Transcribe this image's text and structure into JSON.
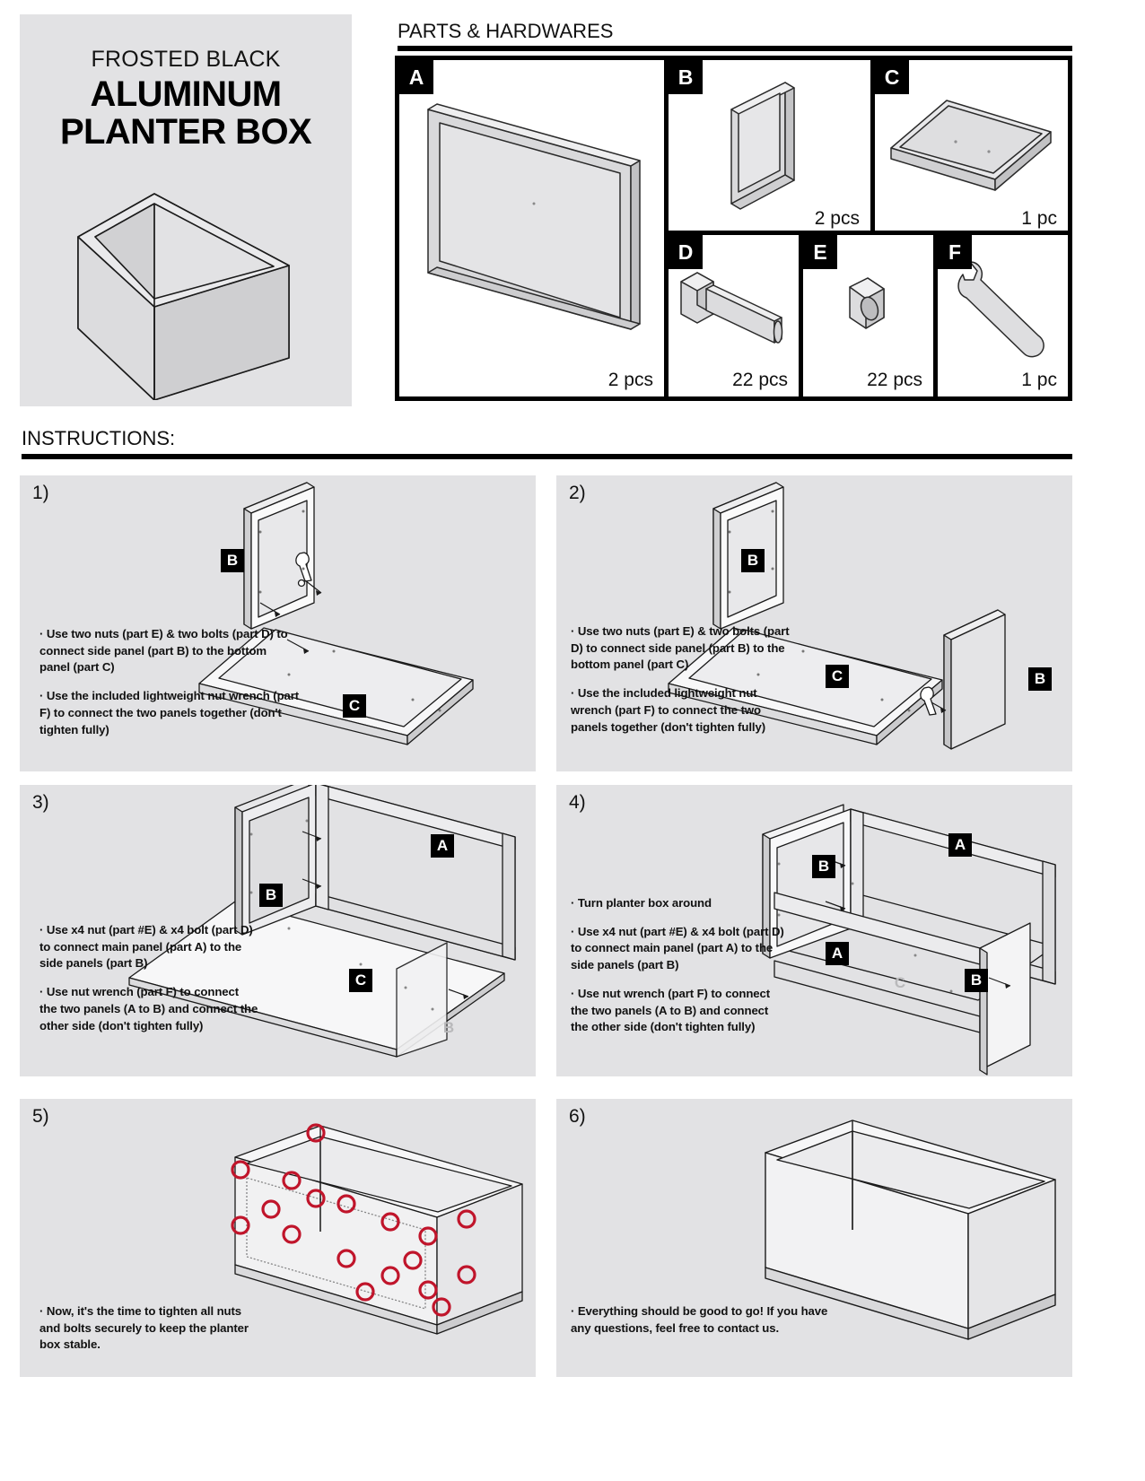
{
  "hero": {
    "subtitle": "FROSTED BLACK",
    "title_line1": "ALUMINUM",
    "title_line2": "PLANTER BOX",
    "art_name": "assembled-planter-box-isometric"
  },
  "parts": {
    "header": "PARTS & HARDWARES",
    "items": [
      {
        "letter": "A",
        "qty": "2 pcs",
        "name": "main-panel",
        "icon": "large-panel-icon"
      },
      {
        "letter": "B",
        "qty": "2 pcs",
        "name": "side-panel",
        "icon": "small-panel-icon"
      },
      {
        "letter": "C",
        "qty": "1 pc",
        "name": "bottom-panel",
        "icon": "bottom-plate-icon"
      },
      {
        "letter": "D",
        "qty": "22 pcs",
        "name": "bolt",
        "icon": "bolt-icon"
      },
      {
        "letter": "E",
        "qty": "22 pcs",
        "name": "nut",
        "icon": "nut-icon"
      },
      {
        "letter": "F",
        "qty": "1 pc",
        "name": "nut-wrench",
        "icon": "wrench-icon"
      }
    ]
  },
  "instructions": {
    "header": "INSTRUCTIONS:",
    "steps": [
      {
        "num": "1)",
        "paragraphs": [
          "· Use two nuts (part E) & two bolts (part D) to connect side panel (part B) to the bottom panel (part C)",
          "· Use the included lightweight nut wrench (part F) to connect the two panels together (don't tighten fully)"
        ],
        "badges": [
          "B",
          "C"
        ]
      },
      {
        "num": "2)",
        "paragraphs": [
          "· Use two nuts (part E) & two bolts (part D) to connect side panel (part B) to the bottom panel (part C)",
          "· Use the included lightweight nut wrench (part F) to connect the two panels together (don't tighten fully)"
        ],
        "badges": [
          "B",
          "C",
          "B"
        ]
      },
      {
        "num": "3)",
        "paragraphs": [
          "· Use x4 nut (part #E) & x4 bolt (part D) to connect main panel (part A) to the side panels (part B)",
          "· Use nut wrench (part F) to connect the two panels (A to B) and connect the other side (don't tighten fully)"
        ],
        "badges": [
          "A",
          "B",
          "C",
          "B"
        ]
      },
      {
        "num": "4)",
        "paragraphs": [
          "· Turn planter box around",
          "· Use x4 nut (part #E) & x4 bolt (part D) to connect main panel (part A) to the side panels (part B)",
          "· Use nut wrench (part F) to connect the two panels (A to B) and connect the other side (don't tighten fully)"
        ],
        "badges": [
          "A",
          "B",
          "A",
          "C",
          "B"
        ]
      },
      {
        "num": "5)",
        "paragraphs": [
          "· Now, it's the time to tighten all nuts and bolts securely to keep the planter box stable."
        ],
        "badges": []
      },
      {
        "num": "6)",
        "paragraphs": [
          "· Everything should be good to go! If you have any questions, feel free to contact us."
        ],
        "badges": []
      }
    ]
  },
  "colors": {
    "panel_bg": "#e2e2e4",
    "ink": "#000000",
    "metal_light": "#ededee",
    "metal_mid": "#dcdcdd",
    "metal_dark": "#c9c9cb",
    "highlight_red": "#c0152b"
  }
}
